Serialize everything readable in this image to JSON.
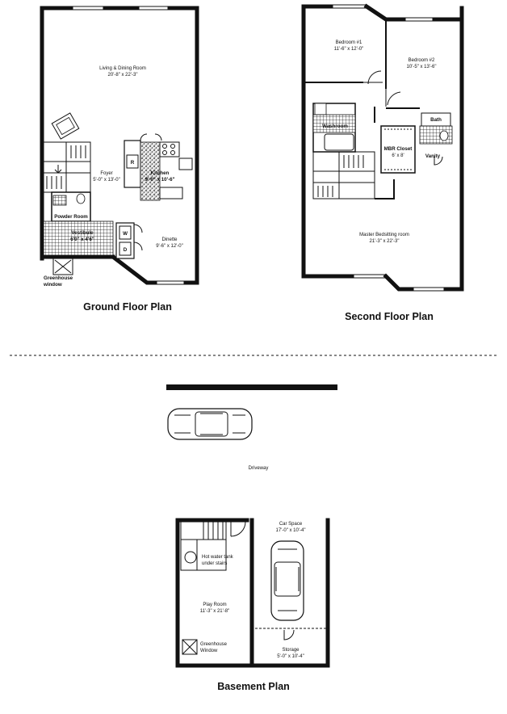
{
  "ground": {
    "title": "Ground Floor Plan",
    "living_name": "Living & Dining Room",
    "living_dim": "20'-8\" x 22'-3\"",
    "foyer_name": "Foyer",
    "foyer_dim": "5'-0\" x 13'-0\"",
    "kitchen_name": "Kitchen",
    "kitchen_dim": "9'-0\" x 10'-6\"",
    "powder": "Powder Room",
    "vestibule_name": "Vestibule",
    "vestibule_dim": "6'0\" x 4'6\"",
    "dinette_name": "Dinette",
    "dinette_dim": "9'-6\" x 12'-0\"",
    "greenhouse_1": "Greenhouse",
    "greenhouse_2": "window",
    "fridge": "R",
    "washer": "W",
    "dryer": "D"
  },
  "second": {
    "title": "Second Floor Plan",
    "bed1_name": "Bedroom #1",
    "bed1_dim": "11'-6\" x 12'-0\"",
    "bed2_name": "Bedroom #2",
    "bed2_dim": "10'-5\" x 13'-6\"",
    "washroom": "Washroom",
    "bath": "Bath",
    "mbr_closet_name": "MBR Closet",
    "mbr_closet_dim": "6' x 8'",
    "vanity": "Vanity",
    "master_name": "Master Bedsitting room",
    "master_dim": "21'-3\" x 22'-3\""
  },
  "driveway": {
    "label": "Driveway"
  },
  "basement": {
    "title": "Basement Plan",
    "car_space_name": "Car Space",
    "car_space_dim": "17'-0\" x 10'-4\"",
    "hot_water_1": "Hot water tank",
    "hot_water_2": "under stairs",
    "play_name": "Play Room",
    "play_dim": "11'-3\" x 21'-8\"",
    "greenhouse_1": "Greenhouse",
    "greenhouse_2": "Window",
    "storage_name": "Storage",
    "storage_dim": "5'-0\" x 10'-4\""
  }
}
